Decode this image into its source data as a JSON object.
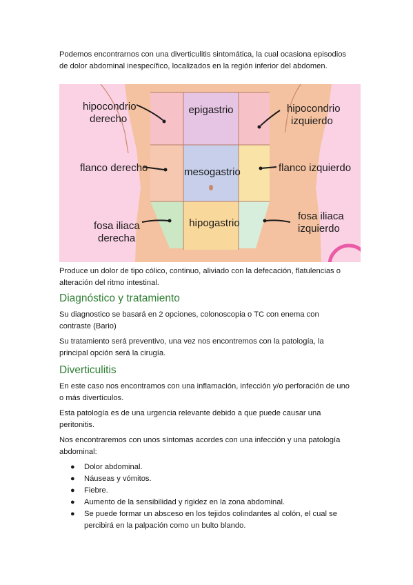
{
  "intro": "Podemos encontrarnos con una diverticulitis sintomática, la cual ocasiona episodios de dolor abdominal inespecífico, localizados en la región inferior del abdomen.",
  "figure": {
    "regions": {
      "hipocondrio_derecho": [
        "hipocondrio",
        "derecho"
      ],
      "epigastrio": "epigastrio",
      "hipocondrio_izquierdo": [
        "hipocondrio",
        "izquierdo"
      ],
      "flanco_derecho": "flanco derecho",
      "mesogastrio": "mesogastrio",
      "flanco_izquierdo": "flanco izquierdo",
      "fosa_iliaca_derecha": [
        "fosa iliaca",
        "derecha"
      ],
      "hipogastrio": "hipogastrio",
      "fosa_iliaca_izquierda": [
        "fosa iliaca",
        "izquierdo"
      ]
    },
    "colors": {
      "background": "#fbd2e4",
      "skin": "#f4c2a0",
      "hipocondrio": "#f7c1c8",
      "epigastrio": "#e6c4e3",
      "flanco": "#f6c8b0",
      "mesogastrio": "#c7cfea",
      "flanco_izq": "#f9e3a6",
      "fosa_der": "#cbe7c4",
      "hipogastrio": "#f9d89c",
      "fosa_izq": "#d8eedd"
    }
  },
  "after_figure": "Produce un dolor de tipo cólico, continuo, aliviado con la defecación, flatulencias o alteración del ritmo intestinal.",
  "section1": {
    "heading": "Diagnóstico y tratamiento",
    "p1": "Su diagnostico se basará en 2 opciones, colonoscopia o TC con enema con contraste (Bario)",
    "p2": "Su tratamiento será preventivo, una vez nos encontremos con la patología, la principal opción será la cirugía."
  },
  "section2": {
    "heading": "Diverticulitis",
    "p1": "En este caso nos encontramos con una inflamación, infección y/o perforación de uno o más divertículos.",
    "p2": "Esta patología es de una urgencia relevante debido a que puede causar una peritonitis.",
    "p3": "Nos encontraremos con unos síntomas acordes con una infección y una patología abdominal:",
    "bullets": [
      "Dolor abdominal.",
      "Náuseas y vómitos.",
      "Fiebre.",
      "Aumento de la sensibilidad y rigidez en la zona abdominal.",
      "Se puede formar un absceso en los tejidos colindantes al colón, el cual se percibirá en la palpación como un bulto blando."
    ]
  }
}
